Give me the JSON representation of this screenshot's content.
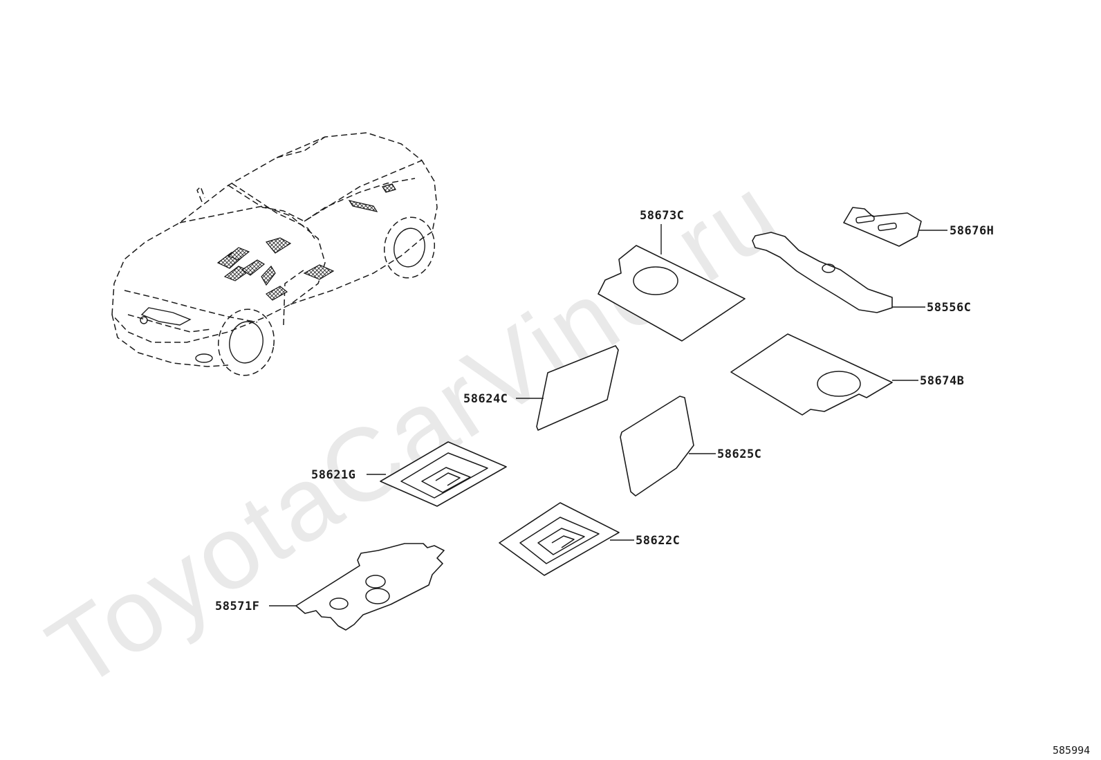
{
  "watermark": "ToyotaCarVine.ru",
  "drawing_number": "585994",
  "parts": {
    "p58673C": "58673C",
    "p58676H": "58676H",
    "p58556C": "58556C",
    "p58674B": "58674B",
    "p58624C": "58624C",
    "p58625C": "58625C",
    "p58621G": "58621G",
    "p58622C": "58622C",
    "p58571F": "58571F"
  },
  "colors": {
    "line": "#1a1a1a",
    "watermark": "#e9e9e9",
    "background": "#ffffff"
  }
}
